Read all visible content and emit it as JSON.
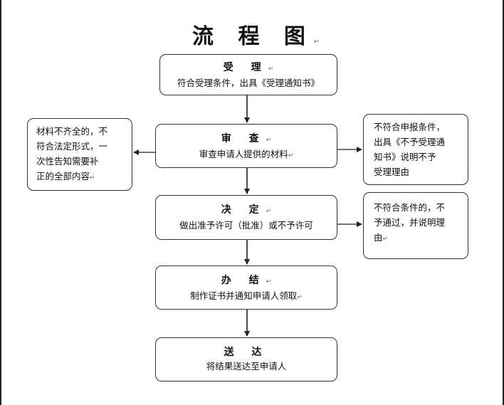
{
  "title": "流 程 图",
  "mark": "↵",
  "steps": [
    {
      "head": "受 理",
      "text": "符合受理条件，出具《受理通知书》"
    },
    {
      "head": "审 查",
      "text": "审查申请人提供的材料"
    },
    {
      "head": "决 定",
      "text": "做出准予许可（批准）或不予许可"
    },
    {
      "head": "办 结",
      "text": "制作证书并通知申请人领取"
    },
    {
      "head": "送 达",
      "text": "将结果送达至申请人"
    }
  ],
  "notes": {
    "left_review": [
      "材料不齐全的，不",
      "符合法定形式，一",
      "次性告知需要补",
      "正的全部内容"
    ],
    "right_review": [
      "不符合申报条件，",
      "出具《不予受理通",
      "知书》说明不予",
      "受理理由"
    ],
    "right_decision": [
      "不符合条件的，不",
      "予通过，并说明理",
      "由"
    ]
  }
}
